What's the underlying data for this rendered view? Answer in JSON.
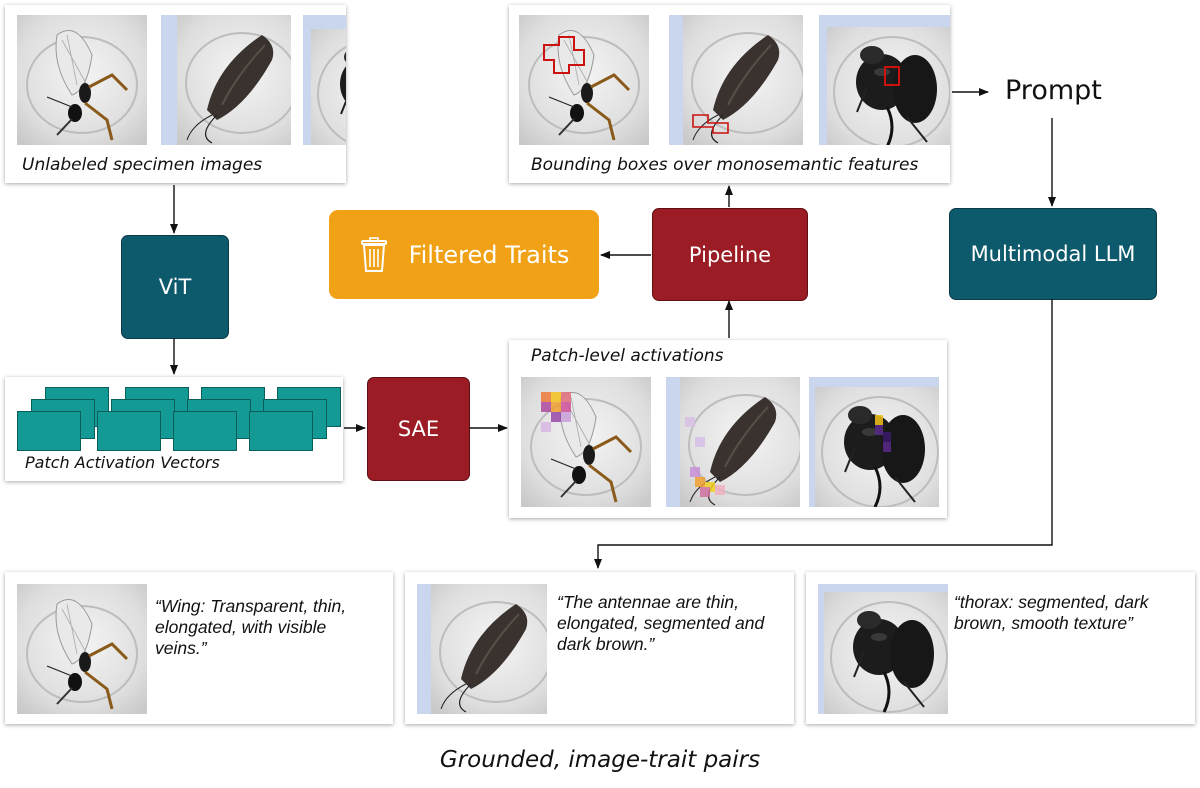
{
  "captions": {
    "unlabeled": "Unlabeled specimen images",
    "bboxes": "Bounding boxes over monosemantic features",
    "patch_level": "Patch-level activations",
    "patch_vectors": "Patch Activation Vectors"
  },
  "nodes": {
    "vit": "ViT",
    "sae": "SAE",
    "pipeline": "Pipeline",
    "filtered": "Filtered Traits",
    "llm": "Multimodal LLM",
    "prompt": "Prompt"
  },
  "results": [
    "“Wing: Transparent, thin, elongated, with visible veins.”",
    "“The antennae are thin, elongated, segmented and dark brown.”",
    "“thorax: segmented, dark brown, smooth texture”"
  ],
  "bottom_title": "Grounded, image-trait pairs",
  "icons": [
    "trash-icon"
  ],
  "colors": {
    "teal": "#0e5a6d",
    "red": "#9b1c24",
    "orange": "#f0a116",
    "patch": "#149a94",
    "bbox": "#cc1111"
  }
}
